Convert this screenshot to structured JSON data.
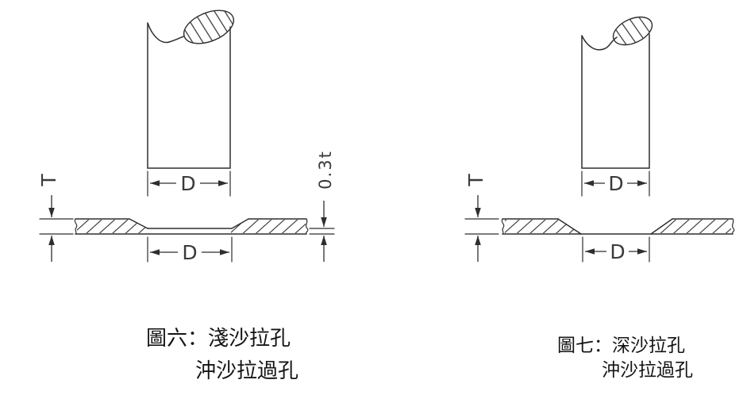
{
  "colors": {
    "background": "#ffffff",
    "line": "#2e2e2e",
    "dimension_text": "#3a3a3a",
    "caption_text": "#151515"
  },
  "figures": {
    "left": {
      "punch_diameter_label": "D",
      "hole_diameter_label": "D",
      "sheet_thickness_label": "T",
      "remaining_thickness_label": "0.3t",
      "caption_line1": "圖六：淺沙拉孔",
      "caption_line2": "沖沙拉過孔"
    },
    "right": {
      "punch_diameter_label": "D",
      "hole_diameter_label": "D",
      "sheet_thickness_label": "T",
      "caption_line1": "圖七：深沙拉孔",
      "caption_line2": "沖沙拉過孔"
    }
  }
}
